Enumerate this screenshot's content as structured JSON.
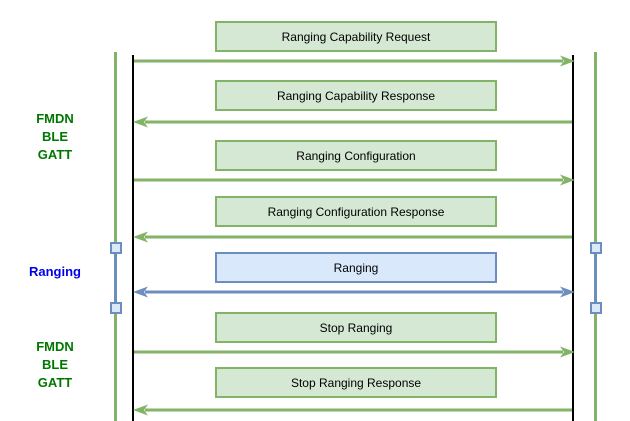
{
  "diagram": {
    "kind": "sequence-diagram",
    "description": "FMDN BLE GATT ranging message flow between two lifelines"
  },
  "colors": {
    "background": "#ffffff",
    "message_green_fill": "#d5e8d4",
    "message_green_stroke": "#82b366",
    "message_blue_fill": "#dae8fc",
    "message_blue_stroke": "#6c8ebf",
    "section_label_green": "#007700",
    "section_label_blue": "#0000ee",
    "lifeline": "#000000"
  },
  "left_labels": [
    {
      "id": "gatt-top",
      "lines": [
        "FMDN",
        "BLE",
        "GATT"
      ],
      "color": "#007700"
    },
    {
      "id": "ranging",
      "lines": [
        "Ranging"
      ],
      "color": "#0000ee"
    },
    {
      "id": "gatt-bottom",
      "lines": [
        "FMDN",
        "BLE",
        "GATT"
      ],
      "color": "#007700"
    }
  ],
  "messages": [
    {
      "label": "Ranging Capability Request",
      "direction": "right",
      "style": "green"
    },
    {
      "label": "Ranging Capability Response",
      "direction": "left",
      "style": "green"
    },
    {
      "label": "Ranging Configuration",
      "direction": "right",
      "style": "green"
    },
    {
      "label": "Ranging Configuration Response",
      "direction": "left",
      "style": "green"
    },
    {
      "label": "Ranging",
      "direction": "both",
      "style": "blue"
    },
    {
      "label": "Stop Ranging",
      "direction": "right",
      "style": "green"
    },
    {
      "label": "Stop Ranging Response",
      "direction": "left",
      "style": "green"
    }
  ]
}
